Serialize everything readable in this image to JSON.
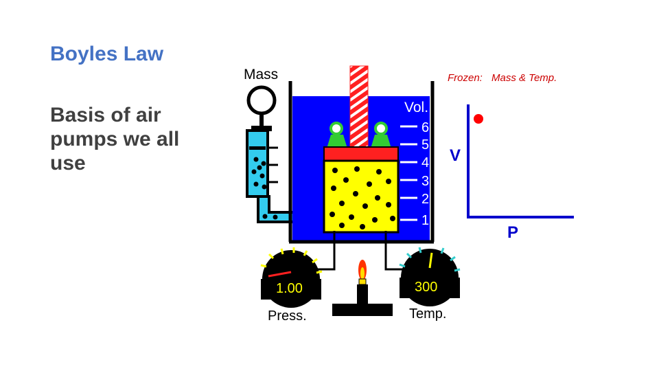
{
  "slide": {
    "title": "Boyles Law",
    "body": "Basis of air pumps we all use"
  },
  "apparatus": {
    "mass_label": "Mass",
    "frozen_label": "Frozen:",
    "frozen_value": "Mass & Temp.",
    "vol_label": "Vol.",
    "vol_ticks": [
      "6",
      "5",
      "4",
      "3",
      "2",
      "1"
    ],
    "pressure_value": "1.00",
    "pressure_label": "Press.",
    "temperature_value": "300",
    "temperature_label": "Temp."
  },
  "graph": {
    "y_axis_label": "V",
    "x_axis_label": "P"
  },
  "colors": {
    "title": "#4472c4",
    "text": "#404040",
    "water": "#0000ff",
    "gas": "#ffff00",
    "piston": "#ff0000",
    "tube": "#33ccee",
    "valve": "#33cc33",
    "frozen_text": "#cc0000",
    "axis": "#0000cc",
    "gauge_value": "#ffff00"
  }
}
